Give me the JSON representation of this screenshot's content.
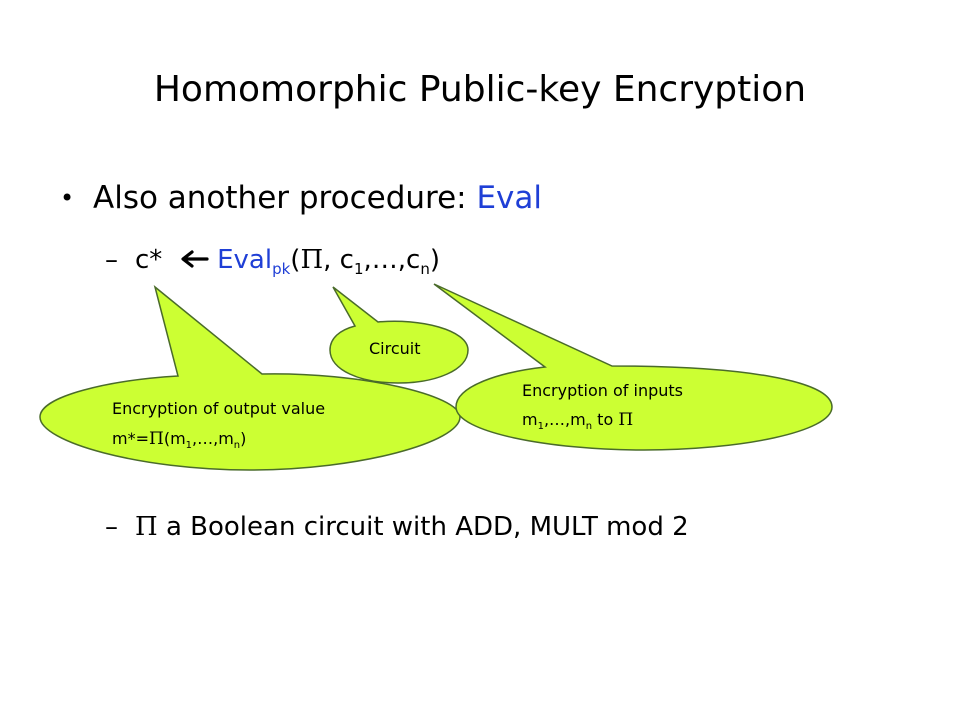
{
  "slide": {
    "title": "Homomorphic Public-key Encryption",
    "bullet": {
      "marker": "•",
      "text_prefix": "Also another procedure: ",
      "text_highlight": "Eval"
    },
    "sub1": {
      "dash": "–",
      "c_star": "c*",
      "arrow": "",
      "eval_label": "Eval",
      "eval_sub": "pk",
      "open_paren": "(",
      "pi": "Π",
      "args_a": ", c",
      "sub_1": "1",
      "ellipsis": ",…,c",
      "sub_n": "n",
      "close_paren": ")"
    },
    "sub2": {
      "dash": "–",
      "pi": "Π",
      "text": " a Boolean circuit with ADD, MULT mod 2"
    },
    "bubbles": {
      "circuit": {
        "text": "Circuit"
      },
      "inputs": {
        "line1": "Encryption of inputs",
        "l2_a": "m",
        "l2_sub1": "1",
        "l2_b": ",…,m",
        "l2_subn": "n",
        "l2_c": " to ",
        "l2_pi": "Π"
      },
      "output": {
        "line1": "Encryption of output value",
        "l2_a": "m*=",
        "l2_pi": "Π",
        "l2_b": "(m",
        "l2_sub1": "1",
        "l2_c": ",…,m",
        "l2_subn": "n",
        "l2_d": ")"
      },
      "fill_color": "#ccff33",
      "stroke_color": "#4a6b2a"
    }
  }
}
